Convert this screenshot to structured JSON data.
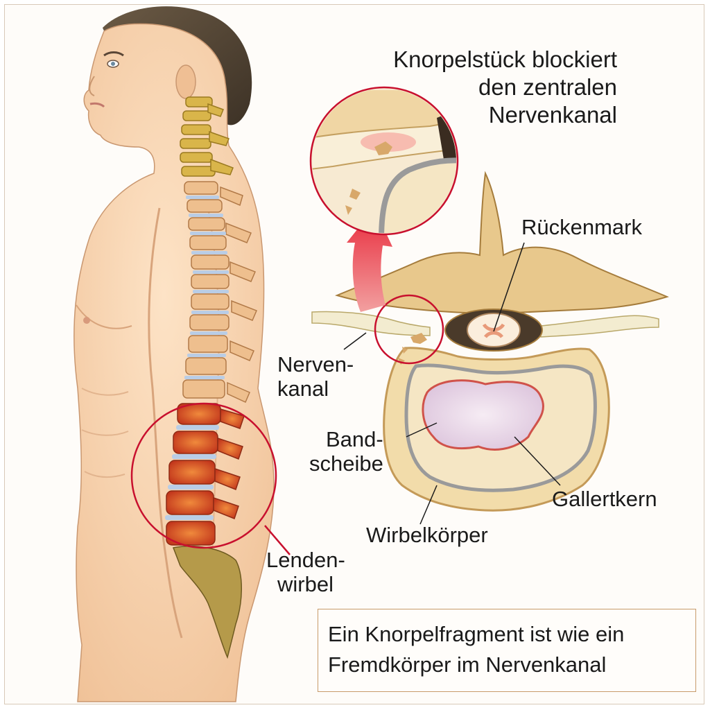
{
  "labels": {
    "title_line1": "Knorpelstück blockiert",
    "title_line2": "den zentralen",
    "title_line3": "Nervenkanal",
    "rueckenmark": "Rückenmark",
    "nervenkanal_line1": "Nerven-",
    "nervenkanal_line2": "kanal",
    "bandscheibe_line1": "Band-",
    "bandscheibe_line2": "scheibe",
    "gallertkern": "Gallertkern",
    "wirbelkoerper": "Wirbelkörper",
    "lendenwirbel_line1": "Lenden-",
    "lendenwirbel_line2": "wirbel"
  },
  "caption": {
    "line1": "Ein Knorpelfragment ist wie ein",
    "line2": "Fremdkörper im Nervenkanal"
  },
  "colors": {
    "highlight_circle": "#c8102e",
    "skin": "#f6cfa8",
    "bone": "#e8c88c",
    "disc": "#b9cde6",
    "nucleus": "#e6d3e6"
  }
}
